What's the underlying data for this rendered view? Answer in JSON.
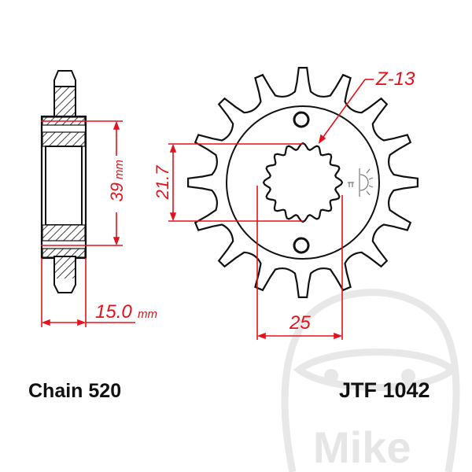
{
  "diagram": {
    "type": "technical-drawing",
    "subject": "front sprocket",
    "colors": {
      "outline": "#111111",
      "dimension": "#e5121b",
      "watermark": "#e6e6e6",
      "background": "#ffffff"
    }
  },
  "dimensions": {
    "teeth_label": "Z-13",
    "spline_height": "21.7",
    "hub_diameter_value": "39",
    "hub_diameter_unit": "mm",
    "width_value": "15.0",
    "width_unit": "mm",
    "spline_width": "25"
  },
  "labels": {
    "chain": "Chain 520",
    "part_number": "JTF 1042"
  },
  "watermark": {
    "text": "Mike"
  },
  "icons": {
    "side_view": "sprocket-side-section",
    "front_view": "sprocket-front-view",
    "rotation_mark": "sun-logo-icon"
  }
}
